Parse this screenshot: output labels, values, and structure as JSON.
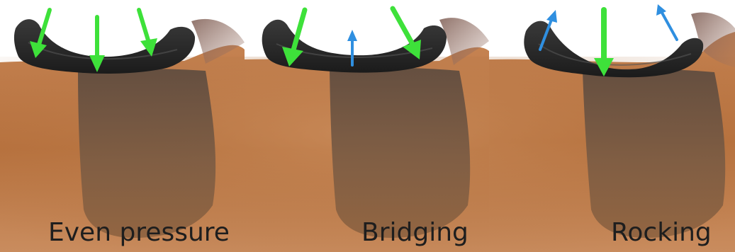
{
  "figure": {
    "panels": [
      {
        "label": "Even pressure",
        "arrows": [
          {
            "kind": "pressure",
            "color": "#3ee13a",
            "strength": "medium"
          },
          {
            "kind": "pressure",
            "color": "#3ee13a",
            "strength": "medium"
          },
          {
            "kind": "pressure",
            "color": "#3ee13a",
            "strength": "medium"
          }
        ]
      },
      {
        "label": "Bridging",
        "arrows": [
          {
            "kind": "pressure",
            "color": "#3ee13a",
            "strength": "strong"
          },
          {
            "kind": "lift",
            "color": "#2f8fe0",
            "strength": "weak"
          },
          {
            "kind": "pressure",
            "color": "#3ee13a",
            "strength": "strong"
          }
        ]
      },
      {
        "label": "Rocking",
        "arrows": [
          {
            "kind": "lift",
            "color": "#2f8fe0",
            "strength": "weak"
          },
          {
            "kind": "pressure",
            "color": "#3ee13a",
            "strength": "very-strong"
          },
          {
            "kind": "lift",
            "color": "#2f8fe0",
            "strength": "weak"
          }
        ]
      }
    ],
    "colors": {
      "horse_coat": "#b8723e",
      "saddle_seat": "#2a2a2a",
      "saddle_flap": "#6a5040",
      "pressure_arrow": "#3ee13a",
      "lift_arrow": "#2f8fe0"
    },
    "icons": {
      "pressure": "arrow-down-icon",
      "lift": "arrow-up-icon"
    }
  }
}
